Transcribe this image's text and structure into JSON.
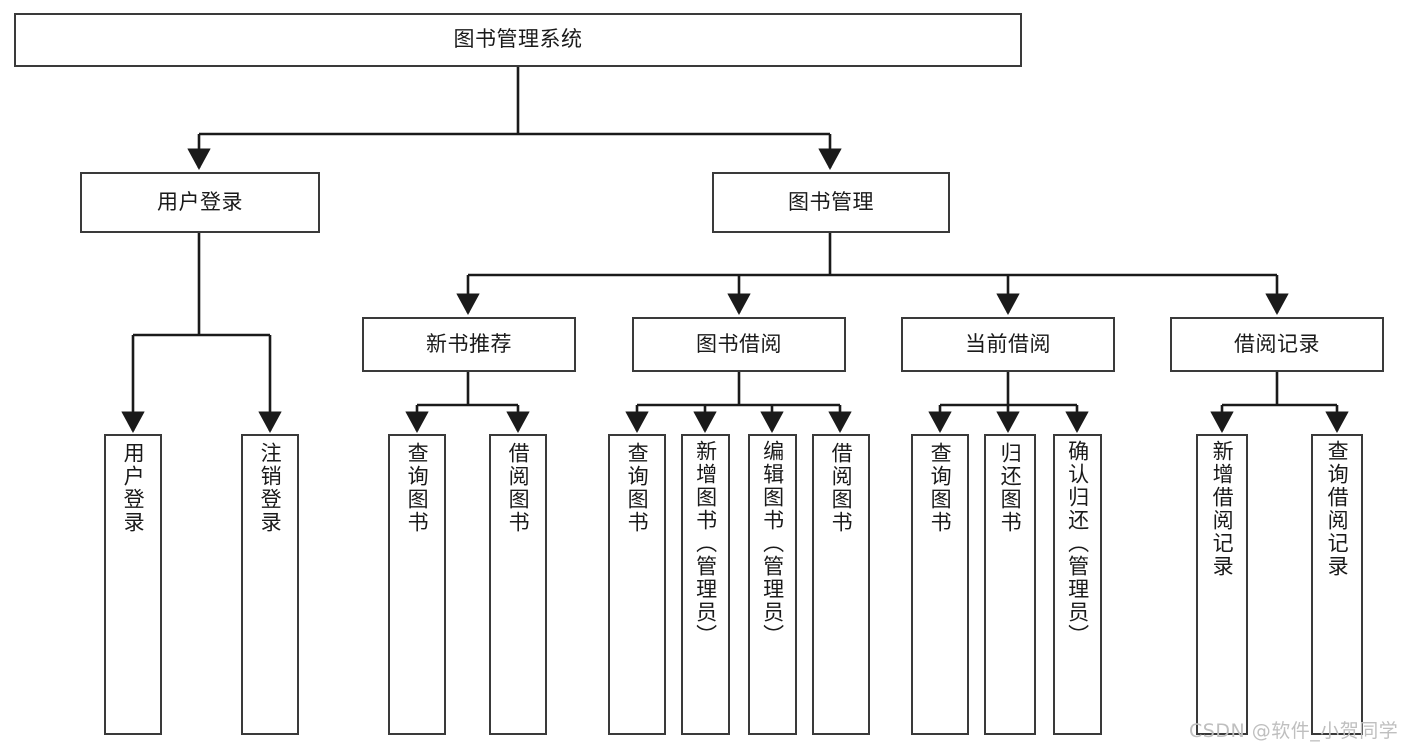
{
  "diagram": {
    "title": "图书管理系统",
    "type": "功能结构图",
    "colors": {
      "box_border": "#3a3a3a",
      "box_fill": "#ffffff",
      "connector": "#1a1a1a",
      "text": "#1a1a1a",
      "watermark": "#bfbfbf",
      "background": "#ffffff"
    },
    "watermark": "CSDN @软件_小贺同学"
  },
  "nodes": {
    "root": {
      "label": "图书管理系统"
    },
    "level2": [
      {
        "label": "用户登录"
      },
      {
        "label": "图书管理"
      }
    ],
    "level3": [
      {
        "label": "新书推荐"
      },
      {
        "label": "图书借阅"
      },
      {
        "label": "当前借阅"
      },
      {
        "label": "借阅记录"
      }
    ],
    "leaves": {
      "user_login": [
        {
          "label": "用户登录"
        },
        {
          "label": "注销登录"
        }
      ],
      "new_book": [
        {
          "label": "查询图书"
        },
        {
          "label": "借阅图书"
        }
      ],
      "book_borrow": [
        {
          "label": "查询图书"
        },
        {
          "label": "新增图书（管理员）"
        },
        {
          "label": "编辑图书（管理员）"
        },
        {
          "label": "借阅图书"
        }
      ],
      "current_borrow": [
        {
          "label": "查询图书"
        },
        {
          "label": "归还图书"
        },
        {
          "label": "确认归还（管理员）"
        }
      ],
      "borrow_record": [
        {
          "label": "新增借阅记录"
        },
        {
          "label": "查询借阅记录"
        }
      ]
    }
  },
  "chart_data": {
    "type": "tree",
    "title": "图书管理系统",
    "root": "图书管理系统",
    "edges": [
      [
        "图书管理系统",
        "用户登录"
      ],
      [
        "图书管理系统",
        "图书管理"
      ],
      [
        "用户登录",
        "用户登录"
      ],
      [
        "用户登录",
        "注销登录"
      ],
      [
        "图书管理",
        "新书推荐"
      ],
      [
        "图书管理",
        "图书借阅"
      ],
      [
        "图书管理",
        "当前借阅"
      ],
      [
        "图书管理",
        "借阅记录"
      ],
      [
        "新书推荐",
        "查询图书"
      ],
      [
        "新书推荐",
        "借阅图书"
      ],
      [
        "图书借阅",
        "查询图书"
      ],
      [
        "图书借阅",
        "新增图书（管理员）"
      ],
      [
        "图书借阅",
        "编辑图书（管理员）"
      ],
      [
        "图书借阅",
        "借阅图书"
      ],
      [
        "当前借阅",
        "查询图书"
      ],
      [
        "当前借阅",
        "归还图书"
      ],
      [
        "当前借阅",
        "确认归还（管理员）"
      ],
      [
        "借阅记录",
        "新增借阅记录"
      ],
      [
        "借阅记录",
        "查询借阅记录"
      ]
    ],
    "levels": 4
  }
}
